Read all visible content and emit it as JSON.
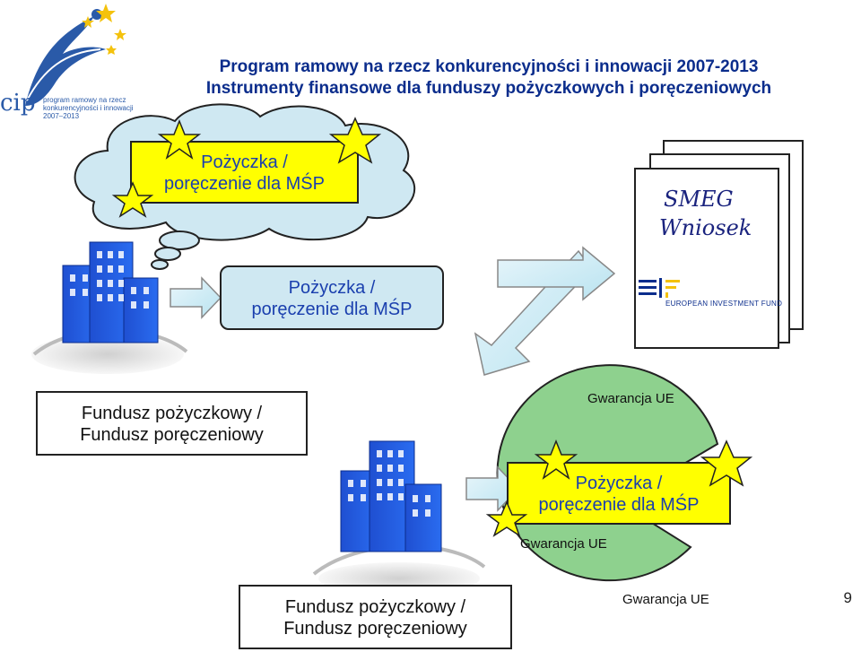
{
  "header": {
    "title_line1": "Program ramowy na rzecz konkurencyjności i innowacji 2007-2013",
    "title_line2": "Instrumenty finansowe dla funduszy pożyczkowych i poręczeniowych"
  },
  "logo": {
    "abbr": "cip",
    "line1": "program ramowy na rzecz",
    "line2": "konkurencyjności i innowacji",
    "line3": "2007–2013"
  },
  "cloud_box": {
    "line1": "Pożyczka /",
    "line2": "poręczenie dla MŚP"
  },
  "middle_box": {
    "line1": "Pożyczka /",
    "line2": "poręczenie dla MŚP"
  },
  "document": {
    "line1": "SMEG",
    "line2": "Wniosek",
    "eif_label": "EUROPEAN INVESTMENT FUND"
  },
  "fund_box_upper": {
    "line1": "Fundusz pożyczkowy /",
    "line2": "Fundusz poręczeniowy"
  },
  "fund_box_lower": {
    "line1": "Fundusz pożyczkowy /",
    "line2": "Fundusz poręczeniowy"
  },
  "guarantee": {
    "top_label": "Gwarancja UE",
    "bottom_label": "Gwarancja UE",
    "right_label": "Gwarancja UE"
  },
  "pacman_box": {
    "line1": "Pożyczka /",
    "line2": "poręczenie dla MŚP"
  },
  "page_number": "9",
  "colors": {
    "title": "#0b2d8c",
    "highlight": "#ffff00",
    "light_blue": "#cfe8f2",
    "green": "#8ed18e",
    "text_blue": "#1a3fae"
  }
}
